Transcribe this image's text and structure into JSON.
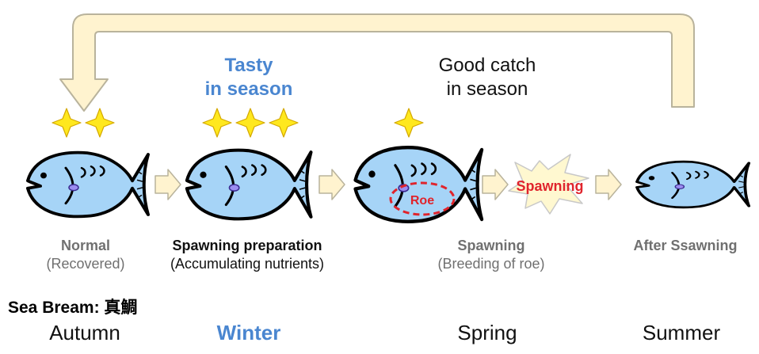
{
  "headlines": {
    "tasty_line1": "Tasty",
    "tasty_line2": "in season",
    "catch_line1": "Good catch",
    "catch_line2": "in season"
  },
  "fish_labels": {
    "roe": "Roe",
    "spawning_burst": "Spawning"
  },
  "stages": [
    {
      "title": "Normal",
      "subtitle": "(Recovered)",
      "stars": 2
    },
    {
      "title": "Spawning preparation",
      "subtitle": "(Accumulating nutrients)",
      "stars": 3
    },
    {
      "title": "Spawning",
      "subtitle": "(Breeding of roe)",
      "stars": 1
    },
    {
      "title": "After Ssawning",
      "subtitle": "",
      "stars": 0
    }
  ],
  "species_label": "Sea Bream: 真鯛",
  "seasons": [
    "Autumn",
    "Winter",
    "Spring",
    "Summer"
  ],
  "colors": {
    "fish_body": "#a6d4f7",
    "star": "#ffe81e",
    "cycle_arrow": "#fff3cf",
    "highlight_blue": "#4a86d0",
    "roe_red": "#e0242c",
    "muted_gray": "#707070"
  }
}
